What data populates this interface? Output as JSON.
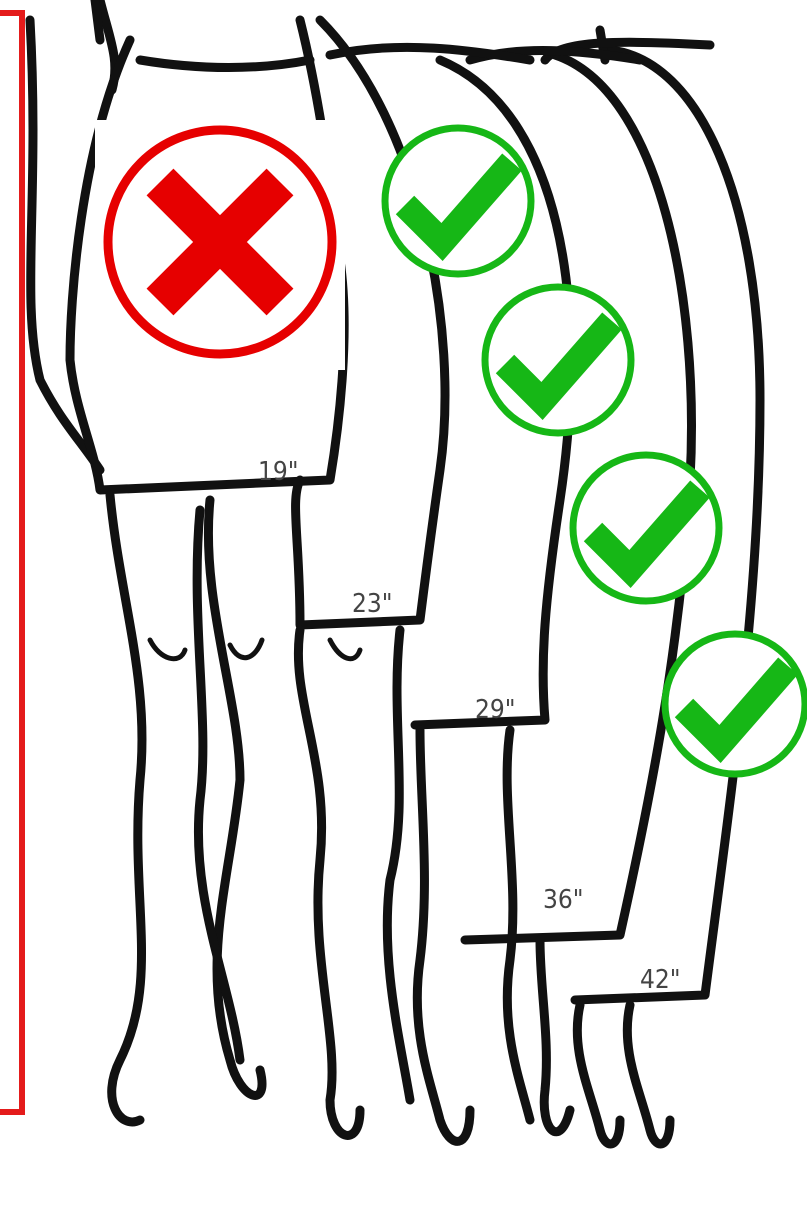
{
  "figure": {
    "skirt_lengths": [
      {
        "label": "19\"",
        "status": "not-recommended"
      },
      {
        "label": "23\"",
        "status": "recommended"
      },
      {
        "label": "29\"",
        "status": "recommended"
      },
      {
        "label": "36\"",
        "status": "recommended"
      },
      {
        "label": "42\"",
        "status": "recommended"
      }
    ]
  },
  "colors": {
    "x_mark": "#e60000",
    "check_mark": "#16b716",
    "outline": "#111111",
    "frame": "#e41b1b"
  },
  "icons": {
    "reject": "x-circle-icon",
    "approve": "check-circle-icon"
  }
}
